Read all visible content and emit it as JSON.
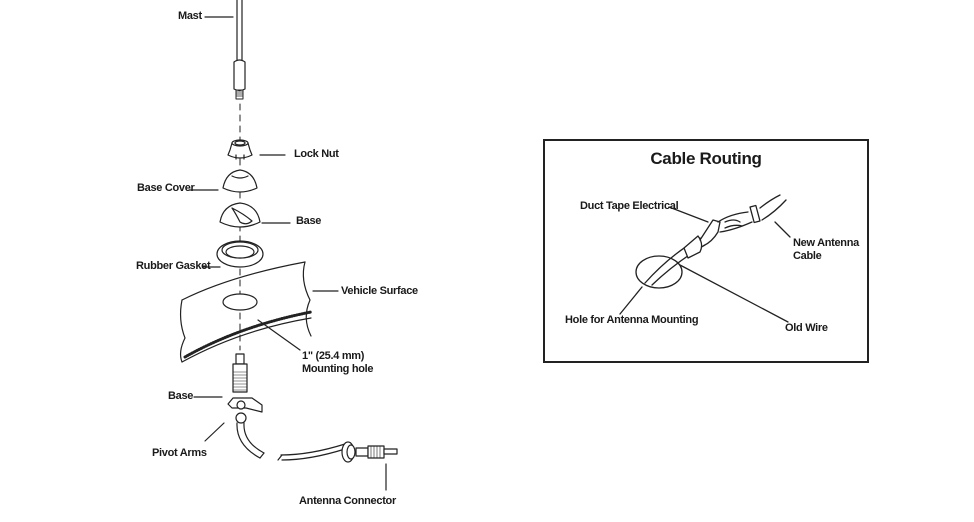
{
  "exploded_view": {
    "labels": {
      "mast": "Mast",
      "lock_nut": "Lock Nut",
      "base_cover": "Base Cover",
      "base_top": "Base",
      "rubber_gasket": "Rubber Gasket",
      "vehicle_surface": "Vehicle Surface",
      "mounting_hole": "1\" (25.4 mm)\nMounting hole",
      "base_bottom": "Base",
      "pivot_arms": "Pivot Arms",
      "antenna_connector": "Antenna Connector"
    }
  },
  "cable_routing": {
    "title": "Cable Routing",
    "labels": {
      "duct_tape": "Duct Tape Electrical",
      "new_cable": "New Antenna\nCable",
      "hole": "Hole for Antenna Mounting",
      "old_wire": "Old Wire"
    }
  }
}
